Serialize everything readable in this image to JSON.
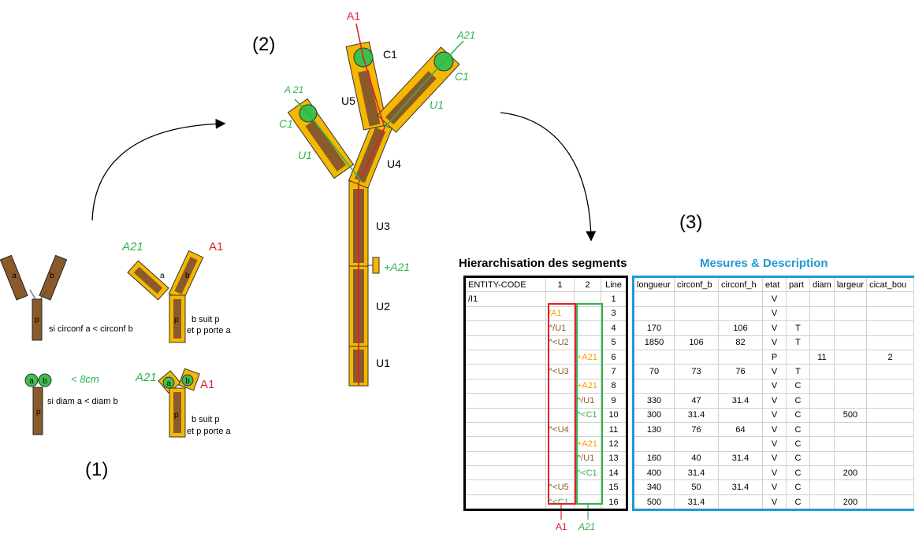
{
  "step_labels": {
    "s1": "(1)",
    "s2": "(2)",
    "s3": "(3)"
  },
  "rules": {
    "rule1_condition": "si circonf a < circonf b",
    "rule1_result_line1": "b suit p",
    "rule1_result_line2": "et p porte a",
    "rule2_condition": "si diam a < diam b",
    "rule2_note": "< 8cm",
    "rule2_result_line1": "b suit p",
    "rule2_result_line2": "et p porte a",
    "label_a": "a",
    "label_b": "b",
    "label_p": "p",
    "axis_A1": "A1",
    "axis_A21": "A21"
  },
  "tree": {
    "A1": "A1",
    "A21_top": "A21",
    "A21_left": "A 21",
    "A21_branch": "+A21",
    "C1_center": "C1",
    "C1_right": "C1",
    "C1_left": "C1",
    "U5": "U5",
    "U1_right": "U1",
    "U1_left": "U1",
    "U4": "U4",
    "U3": "U3",
    "U2": "U2",
    "U1_base": "U1"
  },
  "colors": {
    "brown": "#8b5a2b",
    "yellow": "#f5b800",
    "red": "#e0202a",
    "green": "#2fb34a",
    "green_fill": "#3cc04a",
    "orange": "#f5a000",
    "blue": "#1e9ad6"
  },
  "hierarchy": {
    "title": "Hierarchisation des segments",
    "headers": [
      "ENTITY-CODE",
      "1",
      "2",
      "Line"
    ],
    "rows": [
      {
        "code": "/I1",
        "c1": "",
        "c2": "",
        "line": "1"
      },
      {
        "code": "",
        "c1": "/A1",
        "c2": "",
        "line": "3"
      },
      {
        "code": "",
        "c1": "^/U1",
        "c2": "",
        "line": "4"
      },
      {
        "code": "",
        "c1": "^<U2",
        "c2": "",
        "line": "5"
      },
      {
        "code": "",
        "c1": "",
        "c2": "+A21",
        "line": "6"
      },
      {
        "code": "",
        "c1": "^<U3",
        "c2": "",
        "line": "7"
      },
      {
        "code": "",
        "c1": "",
        "c2": "+A21",
        "line": "8"
      },
      {
        "code": "",
        "c1": "",
        "c2": "^/U1",
        "line": "9"
      },
      {
        "code": "",
        "c1": "",
        "c2": "^<C1",
        "line": "10"
      },
      {
        "code": "",
        "c1": "^<U4",
        "c2": "",
        "line": "11"
      },
      {
        "code": "",
        "c1": "",
        "c2": "+A21",
        "line": "12"
      },
      {
        "code": "",
        "c1": "",
        "c2": "^/U1",
        "line": "13"
      },
      {
        "code": "",
        "c1": "",
        "c2": "^<C1",
        "line": "14"
      },
      {
        "code": "",
        "c1": "^<U5",
        "c2": "",
        "line": "15"
      },
      {
        "code": "",
        "c1": "^<C1",
        "c2": "",
        "line": "16"
      }
    ],
    "under_A1": "A1",
    "under_A21": "A21"
  },
  "measures": {
    "title": "Mesures  &  Description",
    "headers": [
      "longueur",
      "circonf_b",
      "circonf_h",
      "etat",
      "part",
      "diam",
      "largeur",
      "cicat_bou"
    ],
    "rows": [
      [
        "",
        "",
        "",
        "V",
        "",
        "",
        "",
        ""
      ],
      [
        "",
        "",
        "",
        "V",
        "",
        "",
        "",
        ""
      ],
      [
        "170",
        "",
        "106",
        "V",
        "T",
        "",
        "",
        ""
      ],
      [
        "1850",
        "106",
        "82",
        "V",
        "T",
        "",
        "",
        ""
      ],
      [
        "",
        "",
        "",
        "P",
        "",
        "11",
        "",
        "2"
      ],
      [
        "70",
        "73",
        "76",
        "V",
        "T",
        "",
        "",
        ""
      ],
      [
        "",
        "",
        "",
        "V",
        "C",
        "",
        "",
        ""
      ],
      [
        "330",
        "47",
        "31.4",
        "V",
        "C",
        "",
        "",
        ""
      ],
      [
        "300",
        "31.4",
        "",
        "V",
        "C",
        "",
        "500",
        ""
      ],
      [
        "130",
        "76",
        "64",
        "V",
        "C",
        "",
        "",
        ""
      ],
      [
        "",
        "",
        "",
        "V",
        "C",
        "",
        "",
        ""
      ],
      [
        "160",
        "40",
        "31.4",
        "V",
        "C",
        "",
        "",
        ""
      ],
      [
        "400",
        "31.4",
        "",
        "V",
        "C",
        "",
        "200",
        ""
      ],
      [
        "340",
        "50",
        "31.4",
        "V",
        "C",
        "",
        "",
        ""
      ],
      [
        "500",
        "31.4",
        "",
        "V",
        "C",
        "",
        "200",
        ""
      ]
    ]
  }
}
